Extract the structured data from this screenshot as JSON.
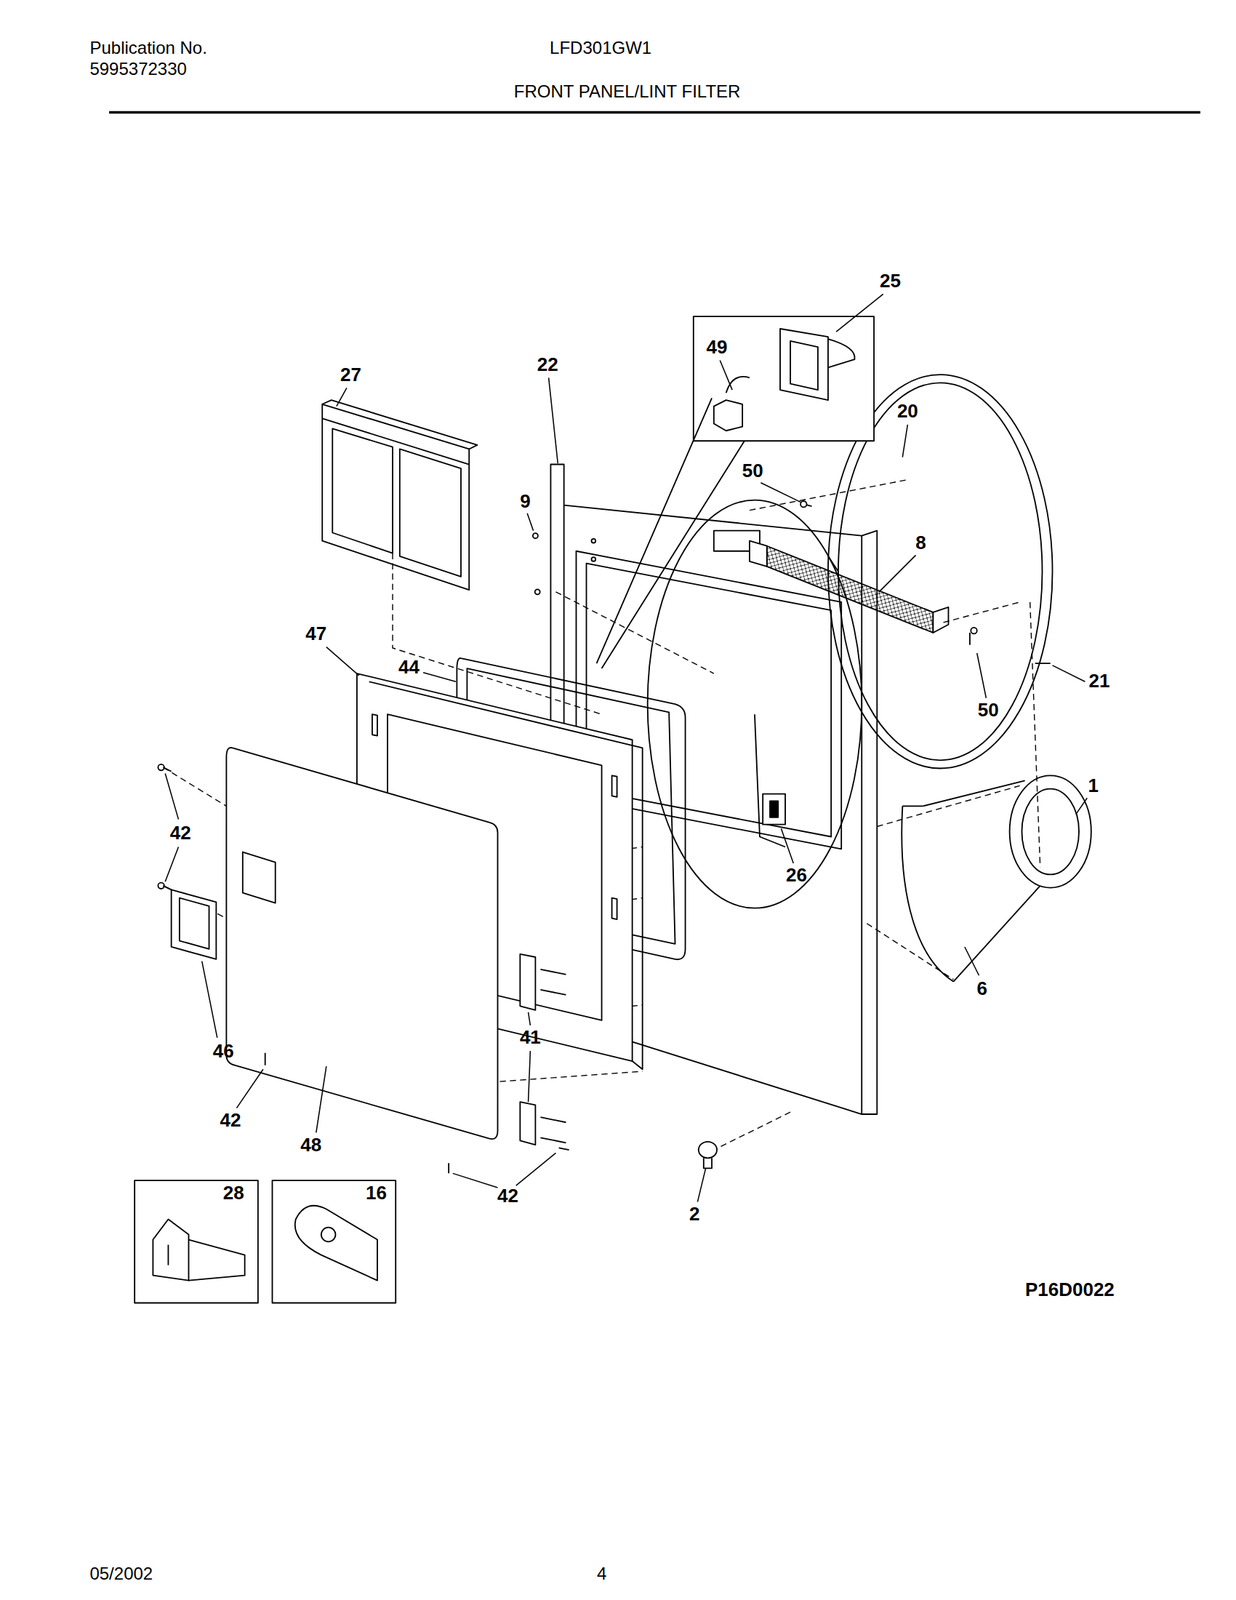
{
  "diagram": {
    "title": "FRONT PANEL/LINT FILTER",
    "labels": [
      "Publication No.",
      "5995372330",
      "LFD301GW1",
      "25",
      "49",
      "27",
      "22",
      "20",
      "50",
      "9",
      "8",
      "47",
      "44",
      "21",
      "50",
      "1",
      "42",
      "26",
      "6",
      "41",
      "46",
      "42",
      "48",
      "42",
      "2",
      "28",
      "16",
      "P16D0022",
      "05/2002",
      "4"
    ]
  }
}
